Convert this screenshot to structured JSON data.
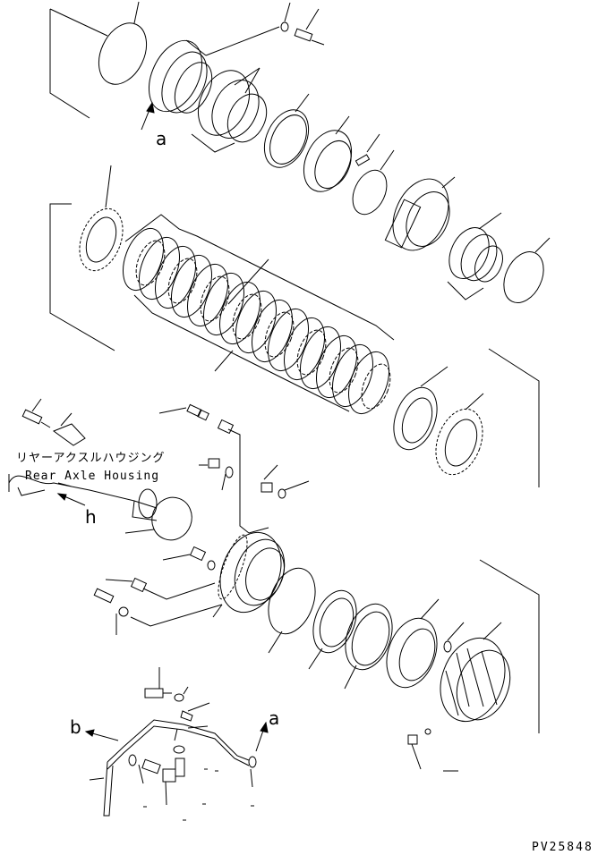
{
  "housing_label": {
    "japanese": "リヤーアクスルハウジング",
    "english": "Rear Axle Housing"
  },
  "callouts": {
    "top_a": "a",
    "housing_h": "h",
    "bottom_b": "b",
    "bottom_a": "a"
  },
  "drawing_code": "PV25848"
}
